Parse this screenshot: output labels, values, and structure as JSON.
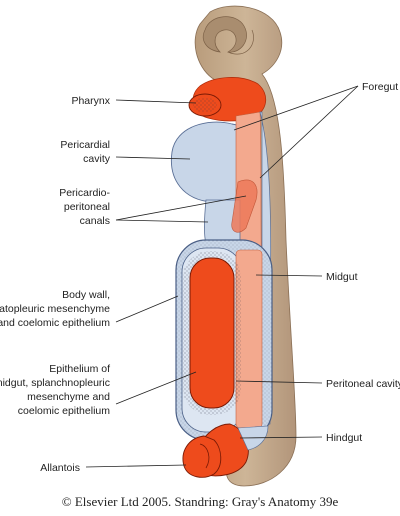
{
  "labels": {
    "pharynx": "Pharynx",
    "pericardial": [
      "Pericardial",
      "cavity"
    ],
    "pericardioperitoneal": [
      "Pericardio-",
      "peritoneal",
      "canals"
    ],
    "bodywall": [
      "Body wall,",
      "somatopleuric mesenchyme",
      "and coelomic epithelium"
    ],
    "epithelium": [
      "Epithelium of",
      "midgut, splanchnopleuric",
      "mesenchyme and",
      "coelomic epithelium"
    ],
    "allantois": "Allantois",
    "foregut": "Foregut",
    "midgut": "Midgut",
    "peritoneal": "Peritoneal cavity",
    "hindgut": "Hindgut"
  },
  "credit": "© Elsevier Ltd 2005. Standring: Gray's Anatomy 39e",
  "colors": {
    "embryo_tan": "#c2a88a",
    "coelom_blue": "#c8d6e8",
    "gut_orange": "#ee4b1c",
    "mesenchyme_peach": "#f3a98e",
    "outline": "#5a6f96"
  }
}
